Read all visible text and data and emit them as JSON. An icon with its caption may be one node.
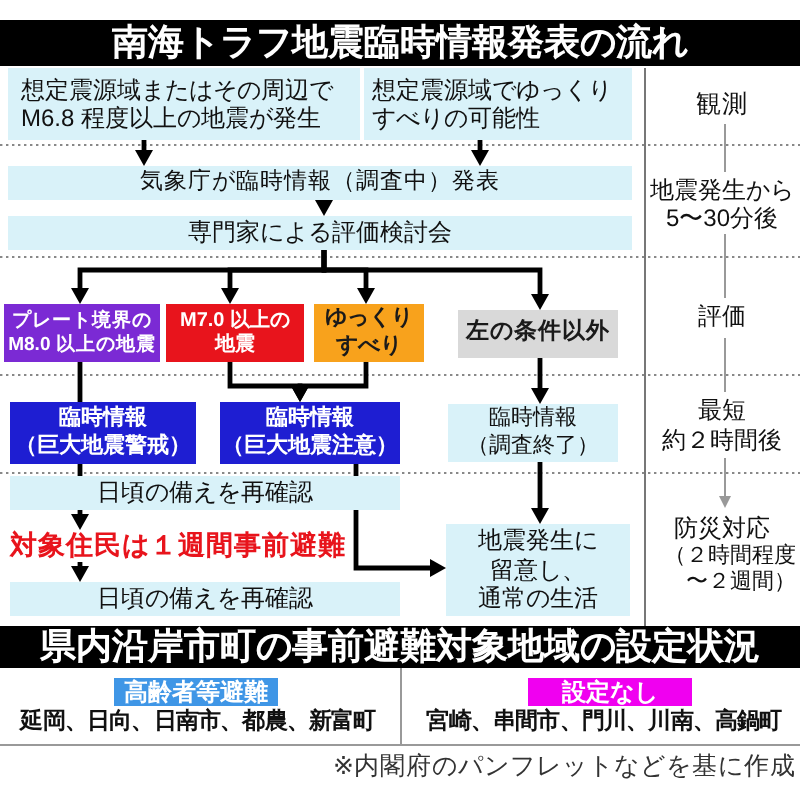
{
  "diagram": {
    "nodes": [
      {
        "text": [
          "南海トラフ地震臨時情報発表の流れ"
        ]
      },
      {
        "text": [
          "想定震源域またはその周辺でM6.8 程度以上の地震が発生"
        ]
      },
      {
        "text": [
          "想定震源域でゆっくりすべりの可能性"
        ]
      },
      {
        "text": [
          "気象庁が臨時情報（調査中）発表"
        ]
      },
      {
        "text": [
          "専門家による評価検討会"
        ]
      },
      {
        "text": [
          "プレート境界のM8.0 以上の地震"
        ]
      },
      {
        "text": [
          "M7.0 以上の地震"
        ]
      },
      {
        "text": [
          "ゆっくりすべり"
        ]
      },
      {
        "text": [
          "左の条件以外"
        ]
      },
      {
        "text": [
          "臨時情報（巨大地震警戒）"
        ]
      },
      {
        "text": [
          "臨時情報（巨大地震注意）"
        ]
      },
      {
        "text": [
          "臨時情報（調査終了）"
        ]
      },
      {
        "text": [
          "日頃の備えを再確認"
        ]
      },
      {
        "text": [
          "対象住民は１週間事前避難"
        ]
      },
      {
        "text": [
          "地震発生に留意し、通常の生活"
        ]
      },
      {
        "text": [
          "日頃の備えを再確認"
        ]
      },
      {
        "text": [
          "県内沿岸市町の事前避難対象地域の設定状況"
        ]
      },
      {
        "text": [
          "高齢者等避難"
        ],
        "beside": [
          "延岡、日向、日南市、都農、新富町"
        ]
      },
      {
        "text": [
          "設定なし"
        ],
        "beside": [
          "宮崎、串間市、門川、川南、高鍋町"
        ]
      }
    ],
    "edges": [
      {
        "from": 1,
        "to": 3,
        "arrow": "to"
      },
      {
        "from": 2,
        "to": 3,
        "arrow": "to"
      },
      {
        "from": 3,
        "to": 4,
        "arrow": "to"
      },
      {
        "from": 4,
        "to": 5,
        "arrow": "to"
      },
      {
        "from": 4,
        "to": 6,
        "arrow": "to"
      },
      {
        "from": 4,
        "to": 7,
        "arrow": "to"
      },
      {
        "from": 4,
        "to": 8,
        "arrow": "to"
      },
      {
        "from": 5,
        "to": 9,
        "arrow": "none"
      },
      {
        "from": 6,
        "to": 10,
        "arrow": "to"
      },
      {
        "from": 7,
        "to": 10,
        "arrow": "to"
      },
      {
        "from": 8,
        "to": 11,
        "arrow": "to"
      },
      {
        "from": 9,
        "to": 12,
        "arrow": "none"
      },
      {
        "from": 10,
        "to": 12,
        "arrow": "none"
      },
      {
        "from": 11,
        "to": 14,
        "arrow": "to"
      },
      {
        "from": 12,
        "to": 13,
        "arrow": "to"
      },
      {
        "from": 12,
        "to": 14,
        "arrow": "to"
      },
      {
        "from": 13,
        "to": 15,
        "arrow": "to"
      }
    ],
    "labels": [
      "観測",
      "地震発生から5〜30分後",
      "評価",
      "最短",
      "約２時間後",
      "防災対応",
      "（２時間程度〜２週間）",
      "※内閣府のパンフレットなどを基に作成"
    ]
  }
}
